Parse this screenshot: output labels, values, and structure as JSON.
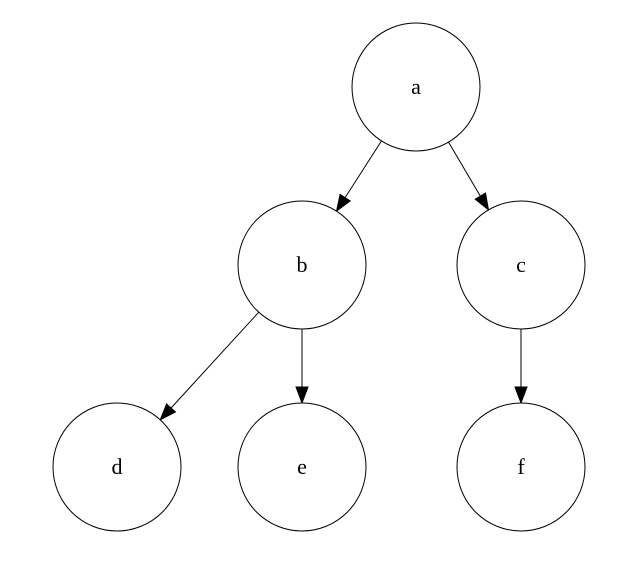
{
  "graph": {
    "nodes": [
      {
        "id": "a",
        "label": "a"
      },
      {
        "id": "b",
        "label": "b"
      },
      {
        "id": "c",
        "label": "c"
      },
      {
        "id": "d",
        "label": "d"
      },
      {
        "id": "e",
        "label": "e"
      },
      {
        "id": "f",
        "label": "f"
      }
    ],
    "edges": [
      {
        "from": "a",
        "to": "b"
      },
      {
        "from": "a",
        "to": "c"
      },
      {
        "from": "b",
        "to": "d"
      },
      {
        "from": "b",
        "to": "e"
      },
      {
        "from": "c",
        "to": "f"
      }
    ],
    "colors": {
      "stroke": "#000000",
      "fill": "#ffffff",
      "text": "#000000"
    }
  }
}
